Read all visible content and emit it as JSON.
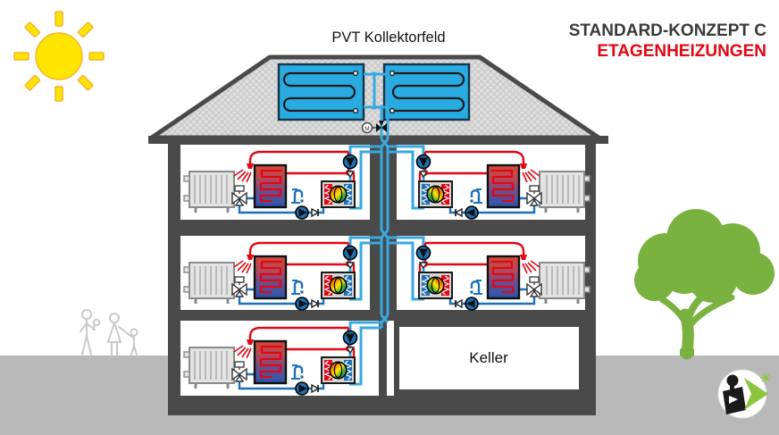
{
  "header": {
    "collector_field_label": "PVT Kollektorfeld",
    "concept_line1": "STANDARD-KONZEPT C",
    "concept_line2": "ETAGENHEIZUNGEN"
  },
  "building": {
    "basement_label": "Keller",
    "motor_valve_label": "M",
    "floor_count": 3,
    "apartment_units": 5
  },
  "colors": {
    "accent_red": "#e30613",
    "title_gray": "#3a3a39",
    "collector_blue": "#29abe2",
    "pipe_light_blue": "#36a9e1",
    "pipe_dark_blue": "#1d71b8",
    "wall_gray": "#4a4a4a",
    "room_white": "#ffffff",
    "roof_gray": "#dedede",
    "ground_gray": "#b9b9b9",
    "tree_green": "#79b23f",
    "logo_green": "#8cc63f",
    "sun_yellow": "#ffe500",
    "sun_stroke": "#f9b233",
    "radiator_gray": "#e3e3e3"
  }
}
